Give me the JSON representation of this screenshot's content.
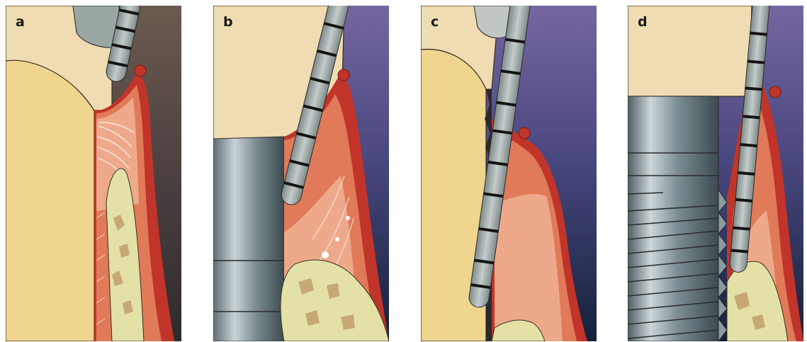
{
  "figure": {
    "panels": [
      {
        "id": "a",
        "letter": "a"
      },
      {
        "id": "b",
        "letter": "b"
      },
      {
        "id": "c",
        "letter": "c"
      },
      {
        "id": "d",
        "letter": "d"
      }
    ]
  },
  "colors": {
    "enamel": "#efdcb2",
    "tooth_root": "#f0d58e",
    "gingiva_dark_red": "#c1342a",
    "gingiva_inner_orange": "#e07a58",
    "gingiva_light": "#eea98b",
    "bone": "#e3e1a6",
    "bone_spots": "#c7a874",
    "probe_metal": "#9aa7a6",
    "probe_mark": "#141414",
    "implant_metal": "#8d9ea4",
    "background_dark_a": "#4c4040",
    "background_purple": "#6e5f9a",
    "background_navy": "#14213a"
  },
  "icons": [
    "periodontal-probe",
    "implant-crown",
    "implant-threads",
    "tooth-crown"
  ]
}
